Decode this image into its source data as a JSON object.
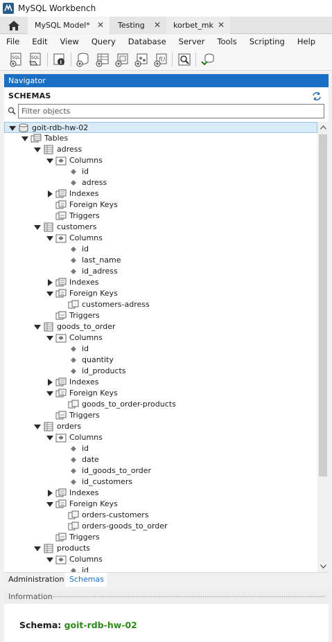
{
  "window": {
    "title": "MySQL Workbench"
  },
  "tabs": [
    {
      "label": "MySQL Model*"
    },
    {
      "label": "Testing"
    },
    {
      "label": "korbet_mk"
    }
  ],
  "menu": [
    "File",
    "Edit",
    "View",
    "Query",
    "Database",
    "Server",
    "Tools",
    "Scripting",
    "Help"
  ],
  "navigator": {
    "title": "Navigator",
    "schemas_title": "SCHEMAS",
    "filter_placeholder": "Filter objects"
  },
  "tree": [
    {
      "label": "goit-rdb-hw-02",
      "depth": 0,
      "icon": "database-icon",
      "expander": "open",
      "selected": true
    },
    {
      "label": "Tables",
      "depth": 1,
      "icon": "tables-folder-icon",
      "expander": "open"
    },
    {
      "label": "adress",
      "depth": 2,
      "icon": "table-icon",
      "expander": "open"
    },
    {
      "label": "Columns",
      "depth": 3,
      "icon": "columns-folder-icon",
      "expander": "open"
    },
    {
      "label": "id",
      "depth": 4,
      "icon": "column-icon",
      "expander": "none"
    },
    {
      "label": "adress",
      "depth": 4,
      "icon": "column-icon",
      "expander": "none"
    },
    {
      "label": "Indexes",
      "depth": 3,
      "icon": "indexes-folder-icon",
      "expander": "closed"
    },
    {
      "label": "Foreign Keys",
      "depth": 3,
      "icon": "foreign-keys-folder-icon",
      "expander": "none"
    },
    {
      "label": "Triggers",
      "depth": 3,
      "icon": "triggers-folder-icon",
      "expander": "none"
    },
    {
      "label": "customers",
      "depth": 2,
      "icon": "table-icon",
      "expander": "open"
    },
    {
      "label": "Columns",
      "depth": 3,
      "icon": "columns-folder-icon",
      "expander": "open"
    },
    {
      "label": "id",
      "depth": 4,
      "icon": "column-icon",
      "expander": "none"
    },
    {
      "label": "last_name",
      "depth": 4,
      "icon": "column-icon",
      "expander": "none"
    },
    {
      "label": "id_adress",
      "depth": 4,
      "icon": "column-icon",
      "expander": "none"
    },
    {
      "label": "Indexes",
      "depth": 3,
      "icon": "indexes-folder-icon",
      "expander": "closed"
    },
    {
      "label": "Foreign Keys",
      "depth": 3,
      "icon": "foreign-keys-folder-icon",
      "expander": "open"
    },
    {
      "label": "customers-adress",
      "depth": 4,
      "icon": "foreign-key-icon",
      "expander": "none"
    },
    {
      "label": "Triggers",
      "depth": 3,
      "icon": "triggers-folder-icon",
      "expander": "none"
    },
    {
      "label": "goods_to_order",
      "depth": 2,
      "icon": "table-icon",
      "expander": "open"
    },
    {
      "label": "Columns",
      "depth": 3,
      "icon": "columns-folder-icon",
      "expander": "open"
    },
    {
      "label": "id",
      "depth": 4,
      "icon": "column-icon",
      "expander": "none"
    },
    {
      "label": "quantity",
      "depth": 4,
      "icon": "column-icon",
      "expander": "none"
    },
    {
      "label": "id_products",
      "depth": 4,
      "icon": "column-icon",
      "expander": "none"
    },
    {
      "label": "Indexes",
      "depth": 3,
      "icon": "indexes-folder-icon",
      "expander": "closed"
    },
    {
      "label": "Foreign Keys",
      "depth": 3,
      "icon": "foreign-keys-folder-icon",
      "expander": "open"
    },
    {
      "label": "goods_to_order-products",
      "depth": 4,
      "icon": "foreign-key-icon",
      "expander": "none"
    },
    {
      "label": "Triggers",
      "depth": 3,
      "icon": "triggers-folder-icon",
      "expander": "none"
    },
    {
      "label": "orders",
      "depth": 2,
      "icon": "table-icon",
      "expander": "open"
    },
    {
      "label": "Columns",
      "depth": 3,
      "icon": "columns-folder-icon",
      "expander": "open"
    },
    {
      "label": "id",
      "depth": 4,
      "icon": "column-icon",
      "expander": "none"
    },
    {
      "label": "date",
      "depth": 4,
      "icon": "column-icon",
      "expander": "none"
    },
    {
      "label": "id_goods_to_order",
      "depth": 4,
      "icon": "column-icon",
      "expander": "none"
    },
    {
      "label": "id_customers",
      "depth": 4,
      "icon": "column-icon",
      "expander": "none"
    },
    {
      "label": "Indexes",
      "depth": 3,
      "icon": "indexes-folder-icon",
      "expander": "closed"
    },
    {
      "label": "Foreign Keys",
      "depth": 3,
      "icon": "foreign-keys-folder-icon",
      "expander": "open"
    },
    {
      "label": "orders-customers",
      "depth": 4,
      "icon": "foreign-key-icon",
      "expander": "none"
    },
    {
      "label": "orders-goods_to_order",
      "depth": 4,
      "icon": "foreign-key-icon",
      "expander": "none"
    },
    {
      "label": "Triggers",
      "depth": 3,
      "icon": "triggers-folder-icon",
      "expander": "none"
    },
    {
      "label": "products",
      "depth": 2,
      "icon": "table-icon",
      "expander": "open"
    },
    {
      "label": "Columns",
      "depth": 3,
      "icon": "columns-folder-icon",
      "expander": "open"
    },
    {
      "label": "id",
      "depth": 4,
      "icon": "column-icon",
      "expander": "none"
    }
  ],
  "bottom_tabs": [
    {
      "label": "Administration",
      "active": false
    },
    {
      "label": "Schemas",
      "active": true
    }
  ],
  "information": {
    "title": "Information",
    "schema_label": "Schema:",
    "schema_value": "goit-rdb-hw-02"
  },
  "colors": {
    "accent": "#1a6fc4",
    "selection_bg": "#dbeaf7",
    "schema_value": "#2d8a19"
  }
}
